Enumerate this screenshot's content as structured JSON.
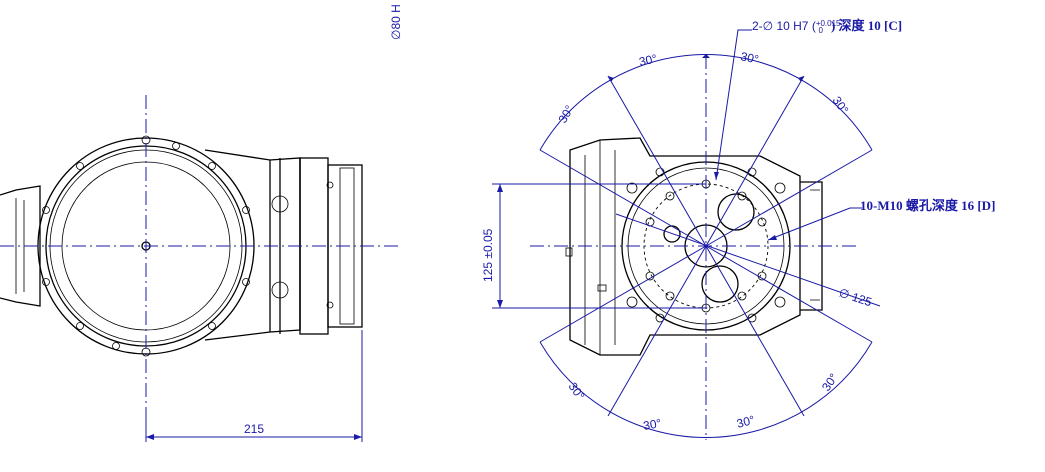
{
  "left_view": {
    "dim_width": "215",
    "dim_bore_cut": "∅80 H"
  },
  "right_view": {
    "hole_callout_prefix": "2-∅ 10 H7 (",
    "hole_tolerance_upper": "+0.015",
    "hole_tolerance_lower": "0",
    "hole_callout_suffix": ") 深度 10 [C]",
    "thread_callout": "10-M10  螺孔深度 16 [D]",
    "pitch_diameter": "∅ 125",
    "vertical_dim": "125 ±0.05",
    "angle_labels": [
      "30°",
      "30°",
      "30°",
      "30°",
      "30°",
      "30°",
      "30°",
      "30°"
    ]
  },
  "colors": {
    "dimension": "#1a1aa6",
    "outline": "#000000"
  }
}
